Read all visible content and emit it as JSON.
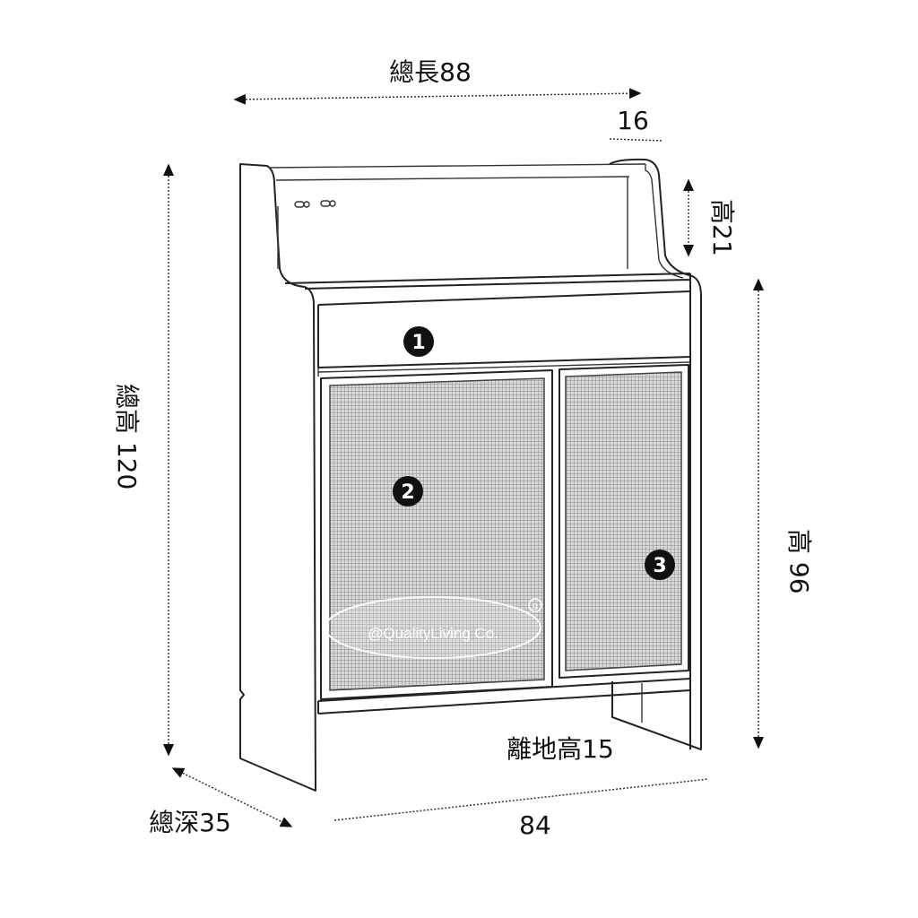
{
  "dimensions": {
    "total_length": "總長88",
    "top_depth": "16",
    "top_height": "高21",
    "total_height": "總高 120",
    "body_height": "高 96",
    "ground_clearance": "離地高15",
    "total_depth": "總深35",
    "inner_width": "84"
  },
  "markers": [
    "1",
    "2",
    "3"
  ],
  "watermark": {
    "text": "@QualityLiving Co.",
    "symbol": "9"
  },
  "colors": {
    "line": "#222222",
    "mesh": "#9a9a9a",
    "marker": "#111111"
  }
}
